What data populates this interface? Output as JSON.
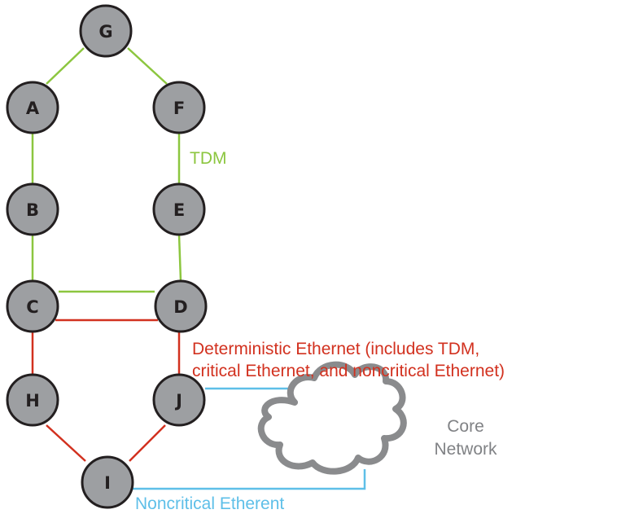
{
  "colors": {
    "tdm": "#8cc63f",
    "deterministic": "#d2311f",
    "noncritical": "#5ebfe8",
    "cloud": "#8a8b8d",
    "core_text": "#808285"
  },
  "nodes": {
    "G": "G",
    "A": "A",
    "F": "F",
    "B": "B",
    "E": "E",
    "C": "C",
    "D": "D",
    "H": "H",
    "J": "J",
    "I": "I"
  },
  "labels": {
    "tdm": "TDM",
    "deterministic_line1": "Deterministic Ethernet (includes TDM,",
    "deterministic_line2": "critical Ethernet, and noncritical Ethernet)",
    "core_line1": "Core",
    "core_line2": "Network",
    "noncritical": "Noncritical Etherent"
  }
}
